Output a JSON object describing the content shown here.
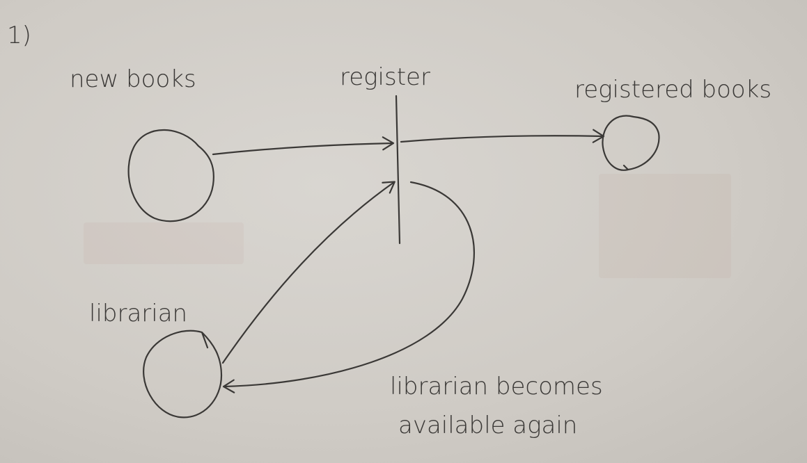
{
  "diagram": {
    "number": "1)",
    "places": {
      "new_books": "new books",
      "librarian": "librarian",
      "registered_books": "registered books"
    },
    "transition": {
      "register": "register"
    },
    "arc_note": {
      "line1": "librarian becomes",
      "line2": "available again"
    }
  },
  "colors": {
    "ink": "#3a3836",
    "paper": "#d6d3ce"
  }
}
